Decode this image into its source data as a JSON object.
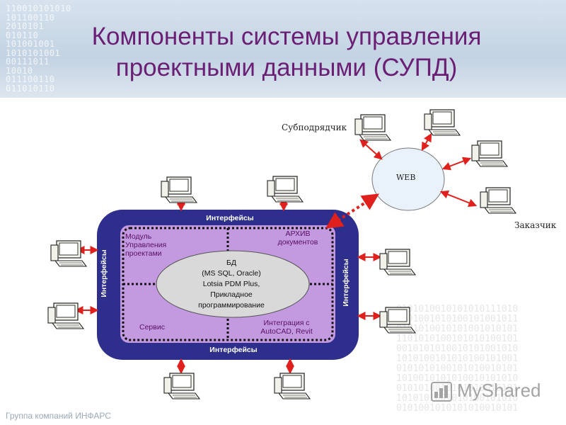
{
  "header": {
    "binary_lines": [
      "110010101010",
      "101100110",
      "2010101",
      "010110",
      "101001001",
      "1010101001",
      "00111011",
      "10010",
      "011100110",
      "011010110"
    ],
    "title_line1": "Компоненты системы управления",
    "title_line2": "проектными данными (СУПД)"
  },
  "diagram": {
    "web_label": "WEB",
    "subcontractor_label": "Субподрядчик",
    "customer_label": "Заказчик",
    "interfaces_top": "Интерфейсы",
    "interfaces_bottom": "Интерфейсы",
    "interfaces_left": "Интерфейсы",
    "interfaces_right": "Интерфейсы",
    "module_label": "Модуль\nУправления\nпроектами",
    "archive_label": "АРХИВ\nдокументов",
    "service_label": "Сервис",
    "integration_label": "Интеграция с\nAutoCAD, Revit",
    "db_line1": "БД",
    "db_line2": "(MS SQL, Oracle)",
    "db_line3": "Lotsia PDM Plus,",
    "db_line4": "Прикладное",
    "db_line5": "программирование"
  },
  "footer": {
    "company": "Группа компаний ИНФАРС",
    "brand": "MyShared"
  },
  "colors": {
    "title": "#6a1f74",
    "outer_box": "#2e2e8c",
    "inner_box": "#c39ae0",
    "arrow": "#e0201c",
    "db_ellipse": "#d9d9d9"
  }
}
